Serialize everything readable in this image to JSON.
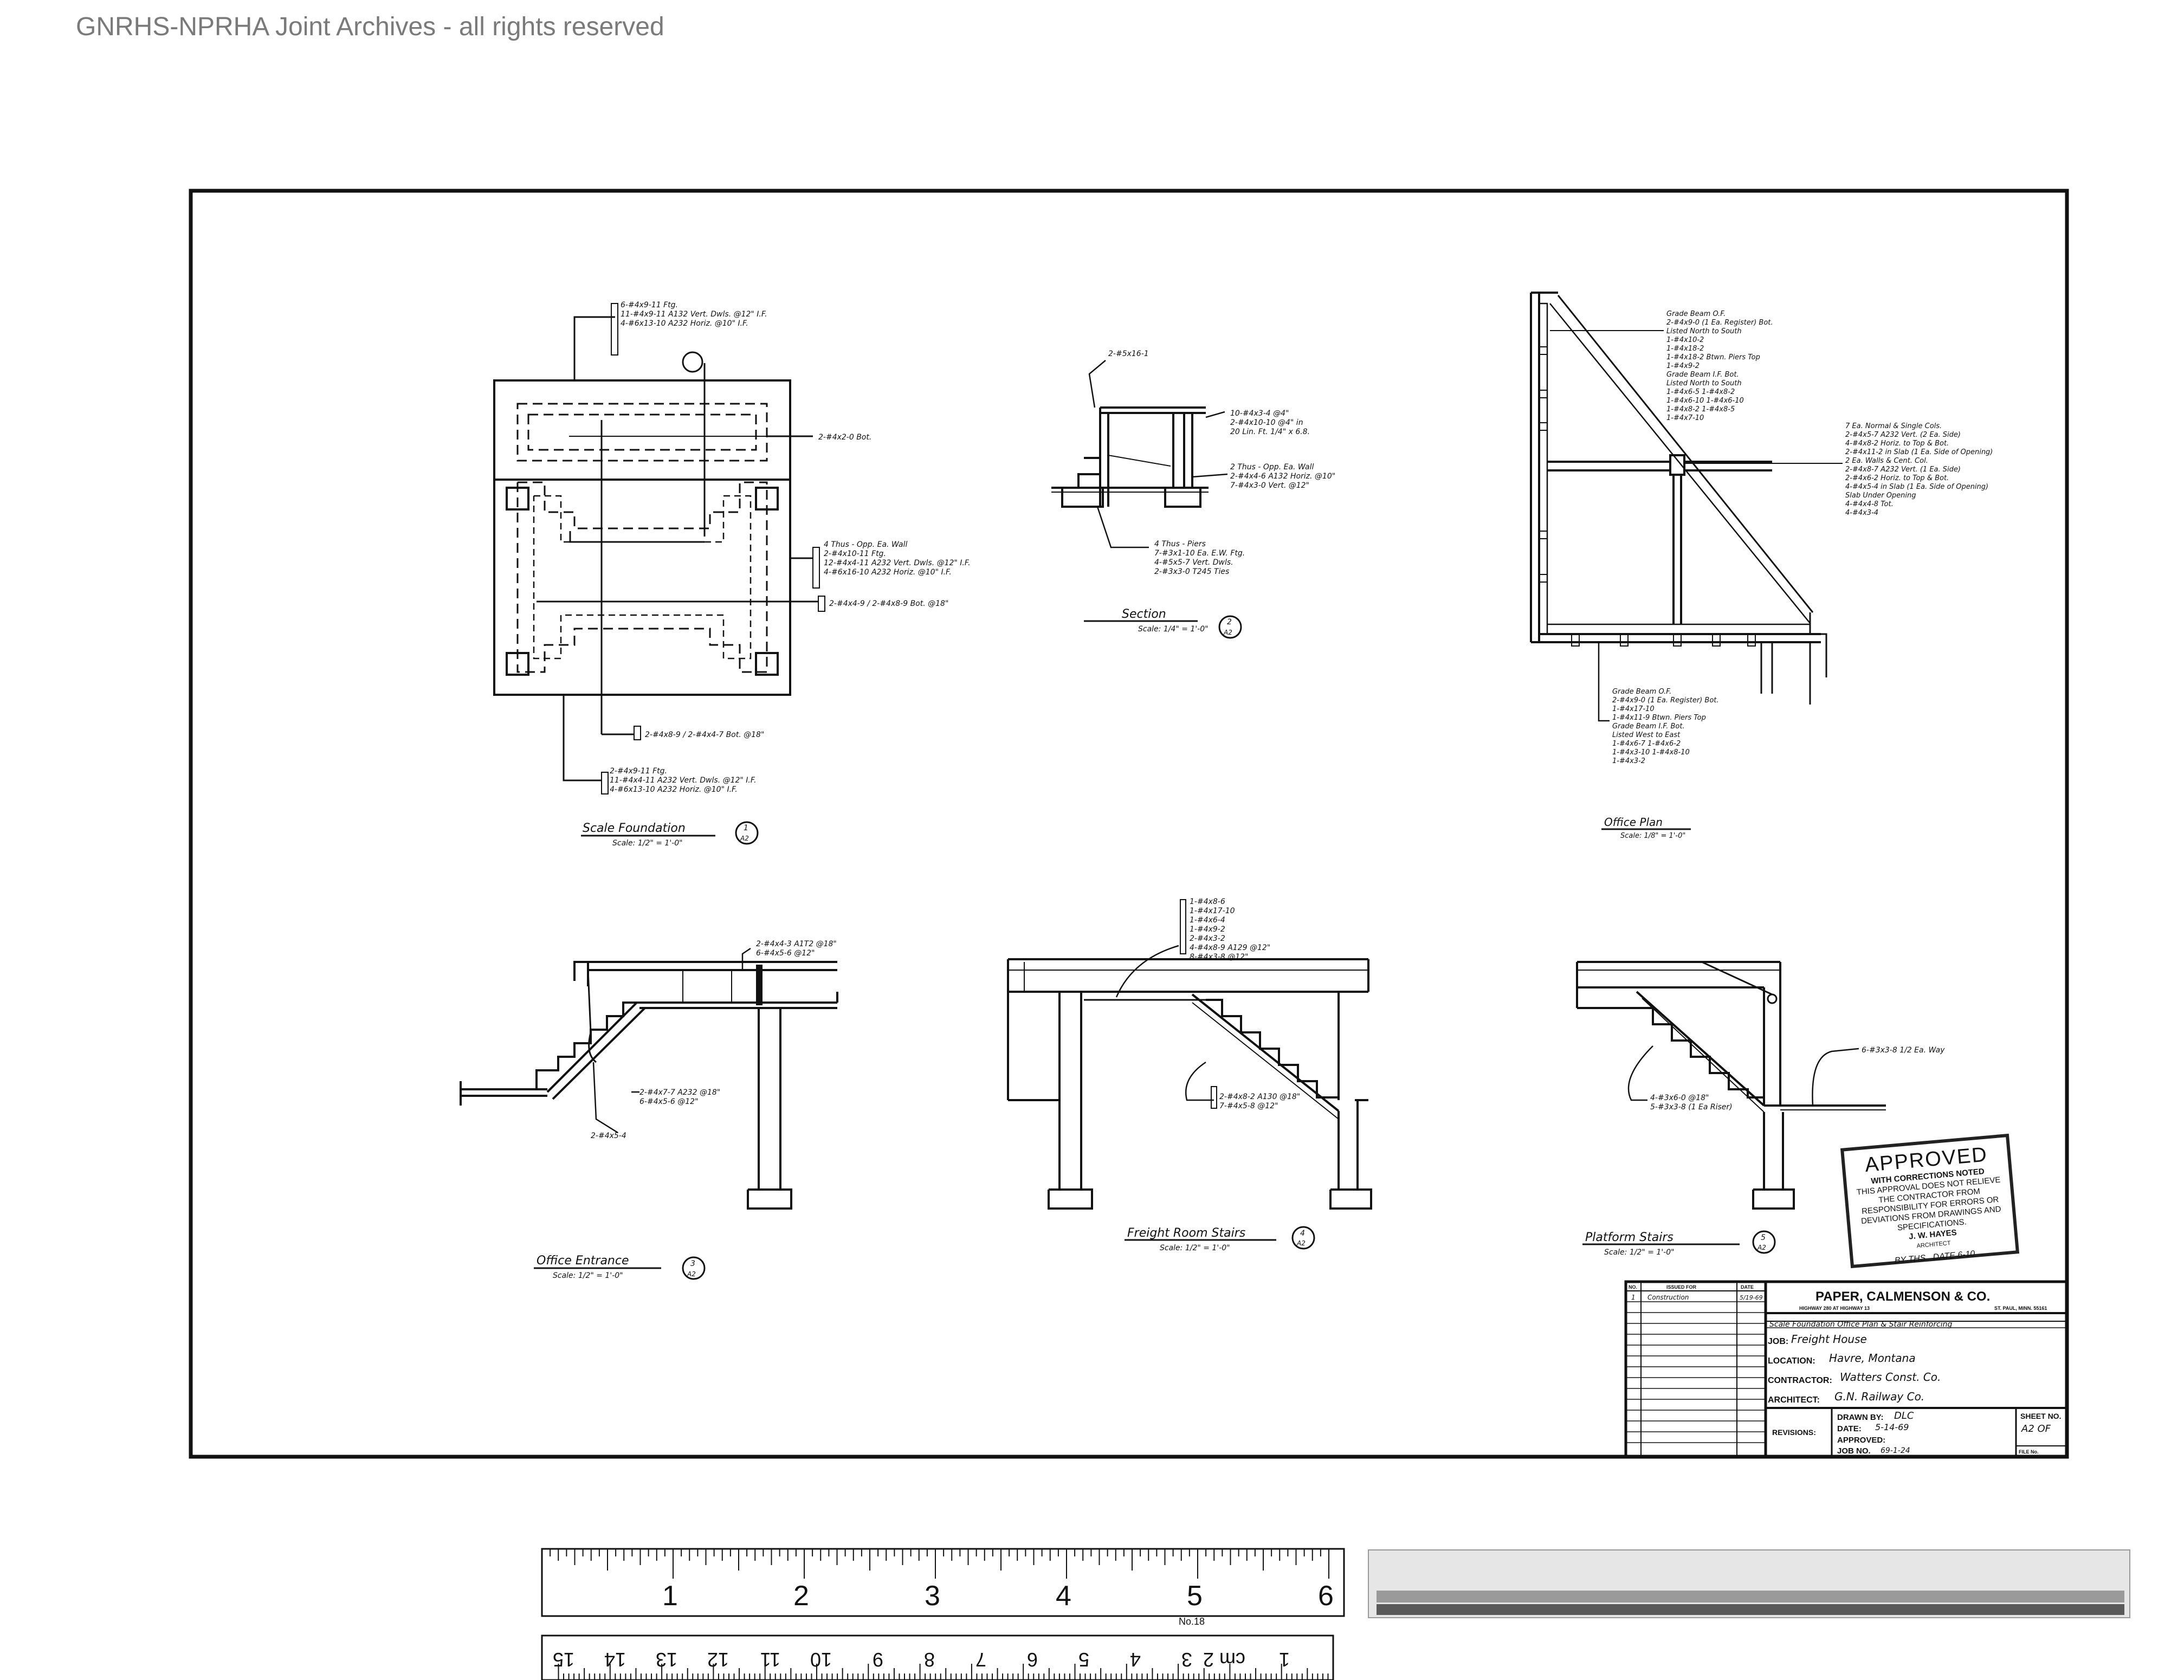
{
  "watermark": "GNRHS-NPRHA Joint Archives - all rights reserved",
  "views": {
    "scale_foundation": {
      "title": "Scale Foundation",
      "scale": "Scale: 1/2\" = 1'-0\"",
      "detail": "1",
      "sheet": "A2",
      "notes_top": [
        "6-#4x9-11 Ftg.",
        "11-#4x9-11 A132 Vert. Dwls. @12\" I.F.",
        "4-#6x13-10 A232 Horiz. @10\" I.F."
      ],
      "note_beam": "2-#4x2-0 Bot.",
      "notes_wall": [
        "4 Thus - Opp. Ea. Wall",
        "2-#4x10-11 Ftg.",
        "12-#4x4-11 A232 Vert. Dwls. @12\" I.F.",
        "4-#6x16-10 A232 Horiz. @10\" I.F."
      ],
      "note_bot": "2-#4x4-9 / 2-#4x8-9 Bot. @18\"",
      "note_bot2": "2-#4x8-9 / 2-#4x4-7 Bot. @18\"",
      "notes_bottom": [
        "2-#4x9-11 Ftg.",
        "11-#4x4-11 A232 Vert. Dwls. @12\" I.F.",
        "4-#6x13-10 A232 Horiz. @10\" I.F."
      ]
    },
    "section": {
      "title": "Section",
      "scale": "Scale: 1/4\" = 1'-0\"",
      "detail": "2",
      "sheet": "A2",
      "note_top": "2-#5x16-1",
      "notes_right": [
        "10-#4x3-4 @4\"",
        "2-#4x10-10 @4\" in",
        "20 Lin. Ft. 1/4\" x 6.8."
      ],
      "notes_mid": [
        "2 Thus - Opp. Ea. Wall",
        "2-#4x4-6 A132 Horiz. @10\"",
        "7-#4x3-0 Vert. @12\""
      ],
      "notes_low": [
        "4 Thus - Piers",
        "7-#3x1-10 Ea. E.W. Ftg.",
        "4-#5x5-7 Vert. Dwls.",
        "2-#3x3-0 T245 Ties"
      ]
    },
    "office_plan": {
      "title": "Office Plan",
      "scale": "Scale: 1/8\" = 1'-0\"",
      "notes_top": [
        "Grade Beam O.F.",
        "2-#4x9-0 (1 Ea. Register) Bot.",
        "Listed North to South",
        "1-#4x10-2",
        "1-#4x18-2",
        "1-#4x18-2 Btwn. Piers Top",
        "1-#4x9-2",
        "Grade Beam I.F. Bot.",
        "Listed North to South",
        "1-#4x6-5   1-#4x8-2",
        "1-#4x6-10   1-#4x6-10",
        "1-#4x8-2   1-#4x8-5",
        "1-#4x7-10"
      ],
      "notes_right": [
        "7 Ea. Normal & Single Cols.",
        "2-#4x5-7 A232 Vert. (2 Ea. Side)",
        "4-#4x8-2 Horiz. to Top & Bot.",
        "2-#4x11-2 in Slab (1 Ea. Side of Opening)",
        "2 Ea. Walls & Cent. Col.",
        "2-#4x8-7 A232 Vert. (1 Ea. Side)",
        "2-#4x6-2 Horiz. to Top & Bot.",
        "4-#4x5-4 in Slab (1 Ea. Side of Opening)",
        "Slab Under Opening",
        "4-#4x4-8 Tot.",
        "4-#4x3-4"
      ],
      "notes_bottom": [
        "Grade Beam O.F.",
        "2-#4x9-0 (1 Ea. Register) Bot.",
        "1-#4x17-10",
        "1-#4x11-9 Btwn. Piers Top",
        "Grade Beam I.F. Bot.",
        "Listed West to East",
        "1-#4x6-7   1-#4x6-2",
        "1-#4x3-10   1-#4x8-10",
        "1-#4x3-2"
      ]
    },
    "office_entrance": {
      "title": "Office Entrance",
      "scale": "Scale: 1/2\" = 1'-0\"",
      "detail": "3",
      "sheet": "A2",
      "notes_top": [
        "2-#4x4-3 A1T2 @18\"",
        "6-#4x5-6 @12\""
      ],
      "notes_mid": [
        "2-#4x7-7 A232 @18\"",
        "6-#4x5-6 @12\""
      ],
      "note_low": "2-#4x5-4"
    },
    "freight_room_stairs": {
      "title": "Freight Room Stairs",
      "scale": "Scale: 1/2\" = 1'-0\"",
      "detail": "4",
      "sheet": "A2",
      "notes_top": [
        "1-#4x8-6",
        "1-#4x17-10",
        "1-#4x6-4",
        "1-#4x9-2",
        "2-#4x3-2",
        "4-#4x8-9 A129 @12\"",
        "8-#4x3-8 @12\""
      ],
      "notes_mid": [
        "2-#4x8-2 A130 @18\"",
        "7-#4x5-8 @12\""
      ]
    },
    "platform_stairs": {
      "title": "Platform Stairs",
      "scale": "Scale: 1/2\" = 1'-0\"",
      "detail": "5",
      "sheet": "A2",
      "note_right": "6-#3x3-8 1/2 Ea. Way",
      "notes_mid": [
        "4-#3x6-0 @18\"",
        "5-#3x3-8 (1 Ea Riser)"
      ]
    }
  },
  "approval_stamp": {
    "title": "APPROVED",
    "subtitle": "WITH CORRECTIONS NOTED",
    "body": "THIS APPROVAL DOES NOT RELIEVE THE CONTRACTOR FROM RESPONSIBILITY FOR ERRORS OR DEVIATIONS FROM DRAWINGS AND SPECIFICATIONS.",
    "name": "J. W. HAYES",
    "role": "ARCHITECT",
    "by_label": "BY",
    "by_value": "THS",
    "date_label": "DATE",
    "date_value": "6-10"
  },
  "title_block": {
    "company": "PAPER, CALMENSON & CO.",
    "address_left": "HIGHWAY 280 AT HIGHWAY 13",
    "address_right": "ST. PAUL, MINN. 55161",
    "description": "Scale Foundation Office Plan & Stair Reinforcing",
    "job_label": "JOB:",
    "job_value": "Freight House",
    "location_label": "LOCATION:",
    "location_value": "Havre, Montana",
    "contractor_label": "CONTRACTOR:",
    "contractor_value": "Watters Const. Co.",
    "architect_label": "ARCHITECT:",
    "architect_value": "G.N. Railway Co.",
    "drawn_by_label": "DRAWN BY:",
    "drawn_by_value": "DLC",
    "date_label": "DATE:",
    "date_value": "5-14-69",
    "approved_label": "APPROVED:",
    "job_no_label": "JOB NO.",
    "job_no_value": "69-1-24",
    "sheet_no_label": "SHEET NO.",
    "sheet_no_value": "A2 OF",
    "file_no_label": "FILE No.",
    "revisions_label": "REVISIONS:",
    "rev_header_no": "NO.",
    "rev_header_issued": "ISSUED FOR",
    "rev_header_date": "DATE",
    "rev_row_no": "1",
    "rev_row_issued": "Construction",
    "rev_row_date": "5/19-69"
  },
  "ruler": {
    "inch_labels": [
      "1",
      "2",
      "3",
      "4",
      "5",
      "6"
    ],
    "cm_labels": [
      "1",
      "cm 2",
      "3",
      "4",
      "5",
      "6",
      "7",
      "8",
      "9",
      "10",
      "11",
      "12",
      "13",
      "14",
      "15"
    ],
    "model": "No.18"
  }
}
